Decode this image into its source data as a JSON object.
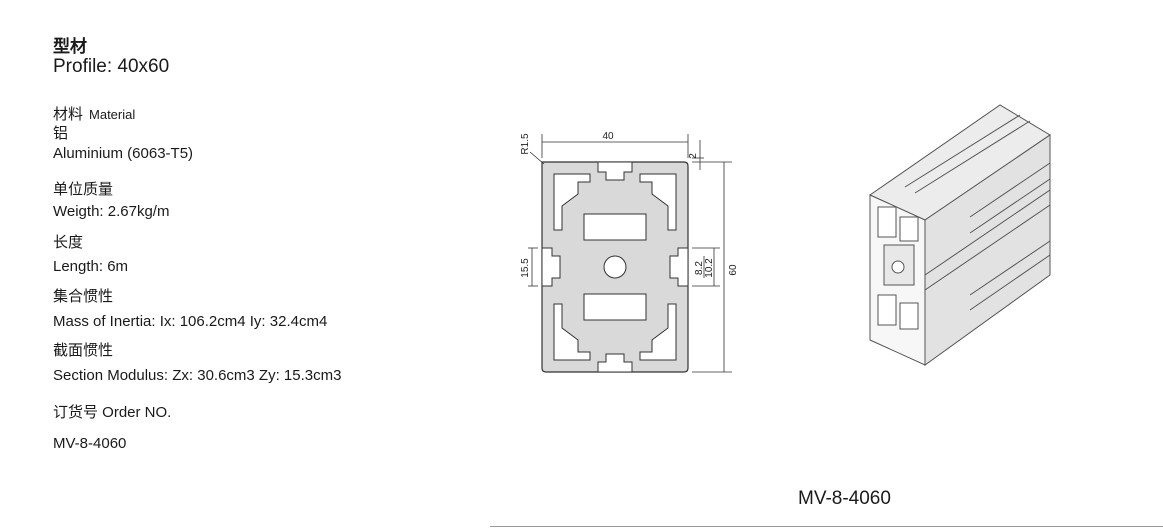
{
  "title_cn": "型材",
  "title_en": "Profile: 40x60",
  "material": {
    "label_cn": "材料",
    "label_en": "Material",
    "value_cn": "铝",
    "value_en": "Aluminium (6063-T5)"
  },
  "weight": {
    "label_cn": "单位质量",
    "value_en": "Weigth: 2.67kg/m"
  },
  "length": {
    "label_cn": "长度",
    "value_en": "Length:  6m"
  },
  "inertia": {
    "label_cn": "集合惯性",
    "value_en": "Mass of Inertia: Ix:  106.2cm4  Iy:  32.4cm4"
  },
  "modulus": {
    "label_cn": "截面惯性",
    "value_en": "Section Modulus: Zx:  30.6cm3  Zy:  15.3cm3"
  },
  "order": {
    "label": "订货号  Order NO.",
    "value": "MV-8-4060"
  },
  "drawing": {
    "dim_width": "40",
    "dim_height": "60",
    "dim_radius": "R1.5",
    "dim_wall": "2",
    "dim_slot_outer": "15.5",
    "dim_slot_inner": "8.2",
    "dim_slot_depth": "10.2"
  },
  "model_label": "MV-8-4060",
  "colors": {
    "profile_fill": "#d9d9d9",
    "profile_stroke": "#333333"
  }
}
